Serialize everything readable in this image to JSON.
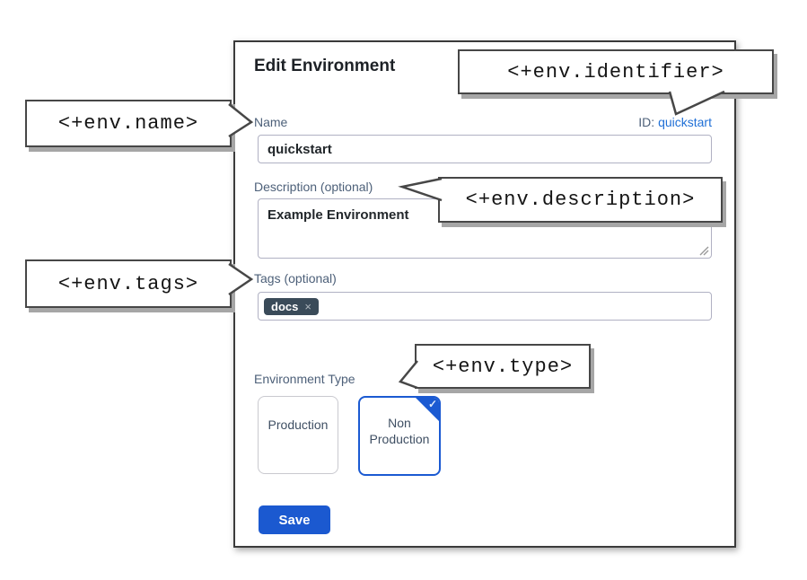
{
  "panel": {
    "title": "Edit Environment",
    "name_field": {
      "label": "Name",
      "value": "quickstart"
    },
    "id_field": {
      "label": "ID:",
      "value": "quickstart"
    },
    "description_field": {
      "label": "Description (optional)",
      "value": "Example Environment"
    },
    "tags_field": {
      "label": "Tags (optional)",
      "tags": [
        {
          "label": "docs"
        }
      ]
    },
    "type_field": {
      "label": "Environment Type",
      "options": [
        {
          "label": "Production",
          "selected": false
        },
        {
          "label": "Non Production",
          "selected": true
        }
      ]
    },
    "save_label": "Save"
  },
  "callouts": {
    "identifier": "<+env.identifier>",
    "name": "<+env.name>",
    "description": "<+env.description>",
    "tags": "<+env.tags>",
    "type": "<+env.type>"
  },
  "icons": {
    "remove_tag": "×",
    "check": "✓"
  },
  "colors": {
    "accent_blue": "#1b59d0",
    "link_blue": "#1f6fd6",
    "label_slate": "#4d6079",
    "chip_bg": "#3a4b59",
    "callout_border": "#474747"
  }
}
